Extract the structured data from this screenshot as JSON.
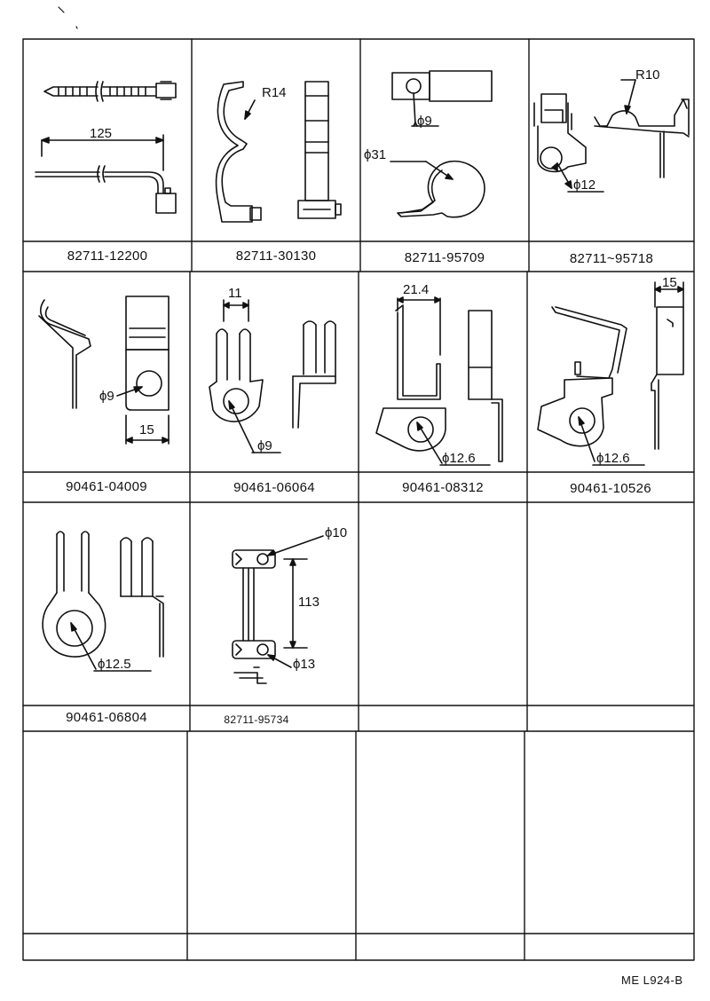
{
  "parts": [
    {
      "part_no": "82711-12200",
      "dims": [
        "125"
      ]
    },
    {
      "part_no": "82711-30130",
      "dims": [
        "R14"
      ]
    },
    {
      "part_no": "82711-95709",
      "dims": [
        "ϕ9",
        "ϕ31"
      ]
    },
    {
      "part_no": "82711~95718",
      "dims": [
        "R10",
        "ϕ12"
      ]
    },
    {
      "part_no": "90461-04009",
      "dims": [
        "ϕ9",
        "15"
      ]
    },
    {
      "part_no": "90461-06064",
      "dims": [
        "11",
        "ϕ9"
      ]
    },
    {
      "part_no": "90461-08312",
      "dims": [
        "21.4",
        "ϕ12.6"
      ]
    },
    {
      "part_no": "90461-10526",
      "dims": [
        "15",
        "ϕ12.6"
      ]
    },
    {
      "part_no": "90461-06804",
      "dims": [
        "ϕ12.5"
      ]
    },
    {
      "part_no": "82711-95734",
      "dims": [
        "ϕ10",
        "113",
        "ϕ13"
      ]
    }
  ],
  "footer": "ME  L924-B"
}
